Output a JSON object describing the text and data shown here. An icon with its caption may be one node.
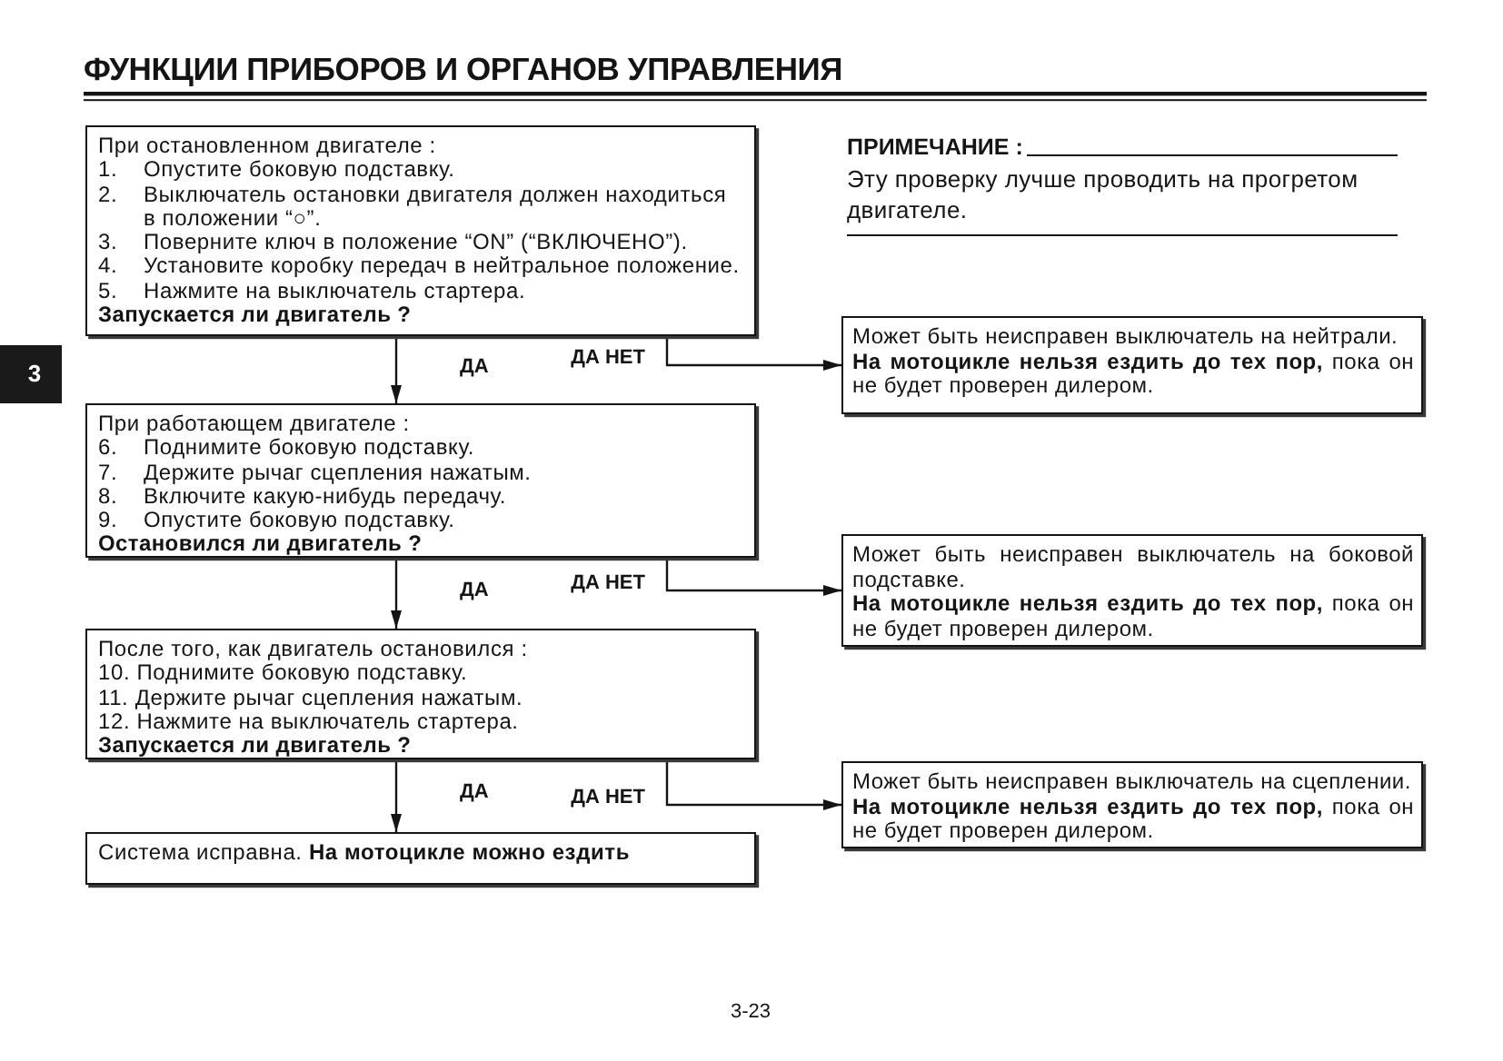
{
  "diagram": {
    "title": "ФУНКЦИИ ПРИБОРОВ И ОРГАНОВ УПРАВЛЕНИЯ",
    "nodes": [
      {
        "text": [
          "При остановленном двигателе :",
          "1. Опустите боковую подставку.",
          "2. Выключатель остановки двигателя должен находиться в положении “○”.",
          "3. Поверните ключ в положение “ON” (“ВКЛЮЧЕНО”).",
          "4. Установите коробку передач в нейтральное положение.",
          "5. Нажмите на выключатель стартера.",
          "Запускается ли двигатель ?"
        ]
      },
      {
        "text": [
          "При работающем двигателе :",
          "6. Поднимите боковую подставку.",
          "7. Держите рычаг сцепления нажатым.",
          "8. Включите какую-нибудь передачу.",
          "9. Опустите боковую подставку.",
          "Остановился ли двигатель ?"
        ]
      },
      {
        "text": [
          "После того, как двигатель остановился :",
          "10. Поднимите боковую подставку.",
          "11. Держите рычаг сцепления нажатым.",
          "12. Нажмите на выключатель стартера.",
          "Запускается ли двигатель ?"
        ]
      },
      {
        "text": [
          "Система исправна. **На мотоцикле можно ездить**"
        ]
      },
      {
        "text": [
          "Может быть неисправен выключатель на нейтрали.",
          "**На мотоцикле нельзя ездить до тех пор,** пока он не будет проверен дилером."
        ]
      },
      {
        "text": [
          "Может быть неисправен выключатель на боковой подставке.",
          "**На мотоцикле нельзя ездить до тех пор,** пока он не будет проверен дилером."
        ]
      },
      {
        "text": [
          "Может быть неисправен выключатель на сцеплении.",
          "**На мотоцикле нельзя ездить до тех пор,** пока он не будет проверен дилером."
        ]
      },
      {
        "text": [
          "3"
        ]
      }
    ],
    "edges": [
      {
        "from": 0,
        "to": 1,
        "arrow": "to",
        "label": "ДА"
      },
      {
        "from": 0,
        "to": 4,
        "arrow": "to",
        "label": "ДА НЕТ"
      },
      {
        "from": 1,
        "to": 2,
        "arrow": "to",
        "label": "ДА"
      },
      {
        "from": 1,
        "to": 5,
        "arrow": "to",
        "label": "ДА НЕТ"
      },
      {
        "from": 2,
        "to": 3,
        "arrow": "to",
        "label": "ДА"
      },
      {
        "from": 2,
        "to": 6,
        "arrow": "to",
        "label": "ДА НЕТ"
      }
    ],
    "labels": [
      "ПРИМЕЧАНИЕ :",
      "Эту проверку лучше проводить на прогретом двигателе.",
      "3-23"
    ]
  }
}
